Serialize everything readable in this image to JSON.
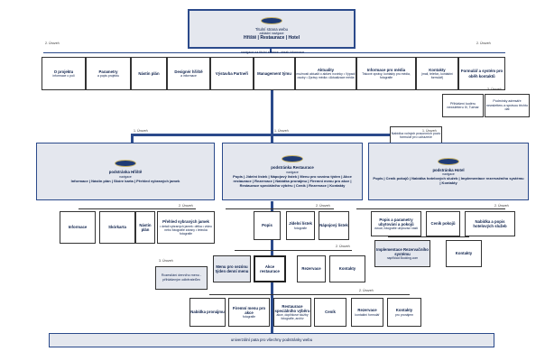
{
  "top": {
    "l1": "Titulní strana webu",
    "l2": "základní navigace",
    "l3": "Hřiště | Restaurace | Hotel"
  },
  "nav_label": "navigace na titulní stránce: obsah informace",
  "levels": {
    "l2": "2. Úroveň",
    "l1": "1. Úroveň",
    "l3": "3. Úroveň"
  },
  "nav_items": [
    {
      "title": "O projektu",
      "sub": "informace o poli"
    },
    {
      "title": "Parametry",
      "sub": "a popis projektu"
    },
    {
      "title": "Nástin plán",
      "sub": ""
    },
    {
      "title": "Designér hřiště",
      "sub": "a informace"
    },
    {
      "title": "Výstavba Partneři",
      "sub": ""
    },
    {
      "title": "Management týmu",
      "sub": ""
    },
    {
      "title": "Aktuality",
      "sub": "možnosti aktualit o aktivní novinky • Výpadí osoby • Zprávy média • Aktualizace média"
    },
    {
      "title": "Informace pro média",
      "sub": "Tiskové zprávy, kontakty pro média, fotografie"
    },
    {
      "title": "Kontakty",
      "sub": "(mail, telefon, kontaktní formulář)"
    },
    {
      "title": "Formulář a systém pro oběh kontaktů",
      "sub": ""
    }
  ],
  "nav_subs": [
    {
      "text": "Nabídka volných pracovních pozic formulář pro uchazeče"
    },
    {
      "text": "Přihlášení kodéru newsletteru III, Tuimar"
    },
    {
      "text": "Podmínky adresáře newsletteru a správou těchto dat"
    }
  ],
  "sections": [
    {
      "title": "podstránka Hřiště",
      "nav": "navigace",
      "links": "Informace | Nástin plán | Skóre karta | Přehled vybraných jamek"
    },
    {
      "title": "podstránka Restaurace",
      "nav": "navigace",
      "links": "Popis | Jídelní lístek | Nápojový lístek | Menu pro sezónu týden | Akce restaurace | Rezervace | Nabídka pronájmu | Firemní menu pro akce | Restaurace speciálního výběru | Ceník | Rezervace | Kontakty"
    },
    {
      "title": "podstránka Hotel",
      "nav": "navigace",
      "links": "Popis | Ceník pokojů | Nabídka hotelových služeb | Implementace rezervačního systému | Kontakty"
    }
  ],
  "golf_items": [
    {
      "title": "Informace",
      "sub": ""
    },
    {
      "title": "Skórkarta",
      "sub": ""
    },
    {
      "title": "Nástin plán",
      "sub": ""
    },
    {
      "title": "Přehled vybraných jamek",
      "sub": "• detail vybraných jamek: délka • video nebo fotografie zdrany • letecká fotografie"
    }
  ],
  "rest_items": [
    {
      "title": "Popis",
      "sub": ""
    },
    {
      "title": "Jídelní lístek",
      "sub": "fotografie"
    },
    {
      "title": "Nápojový lístek",
      "sub": ""
    }
  ],
  "rest_row2": [
    {
      "title": "Menu pro sezónu týden denní menu",
      "sub": ""
    },
    {
      "title": "Akce restaurace",
      "sub": ""
    },
    {
      "title": "Rezervace",
      "sub": ""
    },
    {
      "title": "Kontakty",
      "sub": ""
    }
  ],
  "rest_side": {
    "text": "Rozesílání denního menu - přihlášeným odběratelům"
  },
  "rest_row3": [
    {
      "title": "Nabídka pronájmu",
      "sub": ""
    },
    {
      "title": "Firemní menu pro akce",
      "sub": "fotografie"
    },
    {
      "title": "Restaurace speciálního výběru",
      "sub": "akce, doplňkové služby fotografie, archiv"
    },
    {
      "title": "Ceník",
      "sub": ""
    },
    {
      "title": "Rezervace",
      "sub": "kontaktní formulář"
    },
    {
      "title": "Kontakty",
      "sub": "pro pronájem"
    }
  ],
  "hotel_items": [
    {
      "title": "Popis a parametry ubytování a pokojů",
      "sub": "vizuál, fotografie ubytovací části"
    },
    {
      "title": "Ceník pokojů",
      "sub": ""
    },
    {
      "title": "Nabídka a popis hotelových služeb",
      "sub": ""
    }
  ],
  "hotel_row2": [
    {
      "title": "Implementace Rezervačního systému",
      "sub": "například Booking.com"
    },
    {
      "title": "Kontakty",
      "sub": ""
    }
  ],
  "footer": {
    "text": "univerzální pata pro všechny podstránky webu"
  }
}
